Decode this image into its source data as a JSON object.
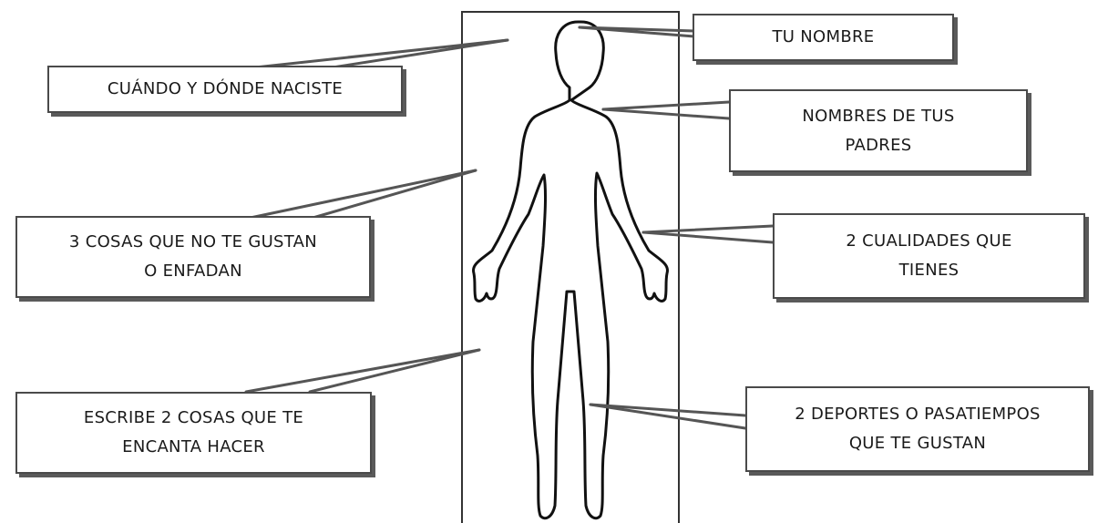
{
  "diagram": {
    "labels": {
      "name": "TU NOMBRE",
      "birth": "CUÁNDO Y DÓNDE NACISTE",
      "parents_line1": "NOMBRES DE TUS",
      "parents_line2": "PADRES",
      "dislikes_line1": "3 COSAS QUE NO TE GUSTAN",
      "dislikes_line2": "O ENFADAN",
      "qualities_line1": "2 CUALIDADES QUE",
      "qualities_line2": "TIENES",
      "love_line1": "ESCRIBE 2 COSAS QUE TE",
      "love_line2": "ENCANTA HACER",
      "hobbies_line1": "2 DEPORTES O PASATIEMPOS",
      "hobbies_line2": "QUE TE GUSTAN"
    }
  }
}
